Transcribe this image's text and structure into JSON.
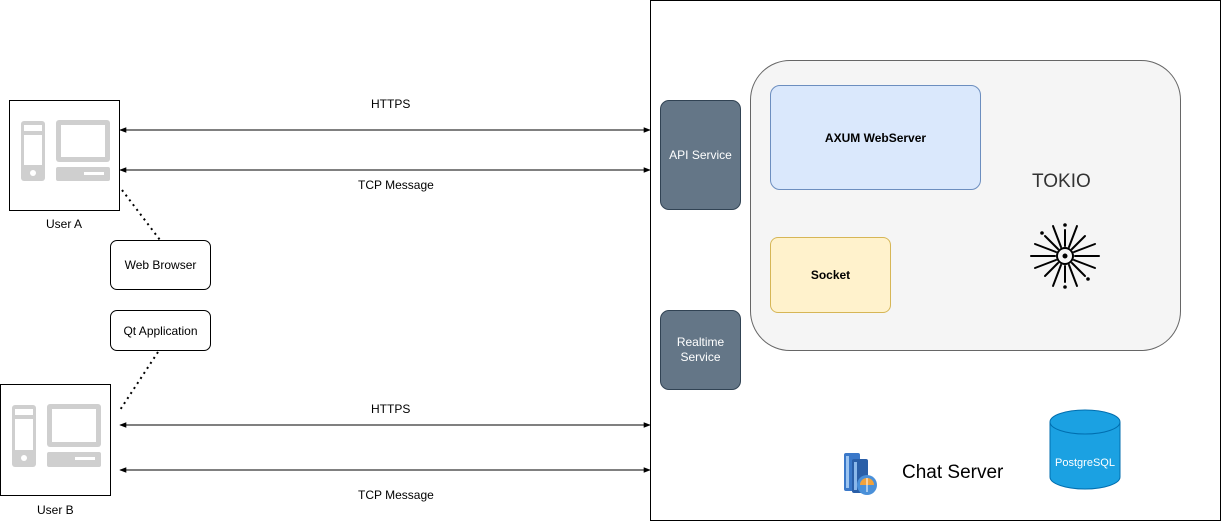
{
  "clients": {
    "user_a": "User A",
    "user_b": "User B",
    "web_browser": "Web Browser",
    "qt_application": "Qt Application"
  },
  "links": {
    "a_https": "HTTPS",
    "a_tcp": "TCP Message",
    "b_https": "HTTPS",
    "b_tcp": "TCP Message"
  },
  "server": {
    "api_service": "API Service",
    "realtime_service": "Realtime Service",
    "axum": "AXUM WebServer",
    "socket": "Socket",
    "tokio": "TOKIO",
    "database": "PostgreSQL",
    "title": "Chat Server"
  },
  "colors": {
    "service_fill": "#647687",
    "axum_fill": "#dae8fc",
    "socket_fill": "#fff2cc",
    "tokio_fill": "#f5f5f5",
    "db_fill": "#1ba1e2"
  },
  "icons": [
    "desktop-computer-icon",
    "tokio-logo-icon",
    "server-cluster-icon",
    "database-icon"
  ]
}
